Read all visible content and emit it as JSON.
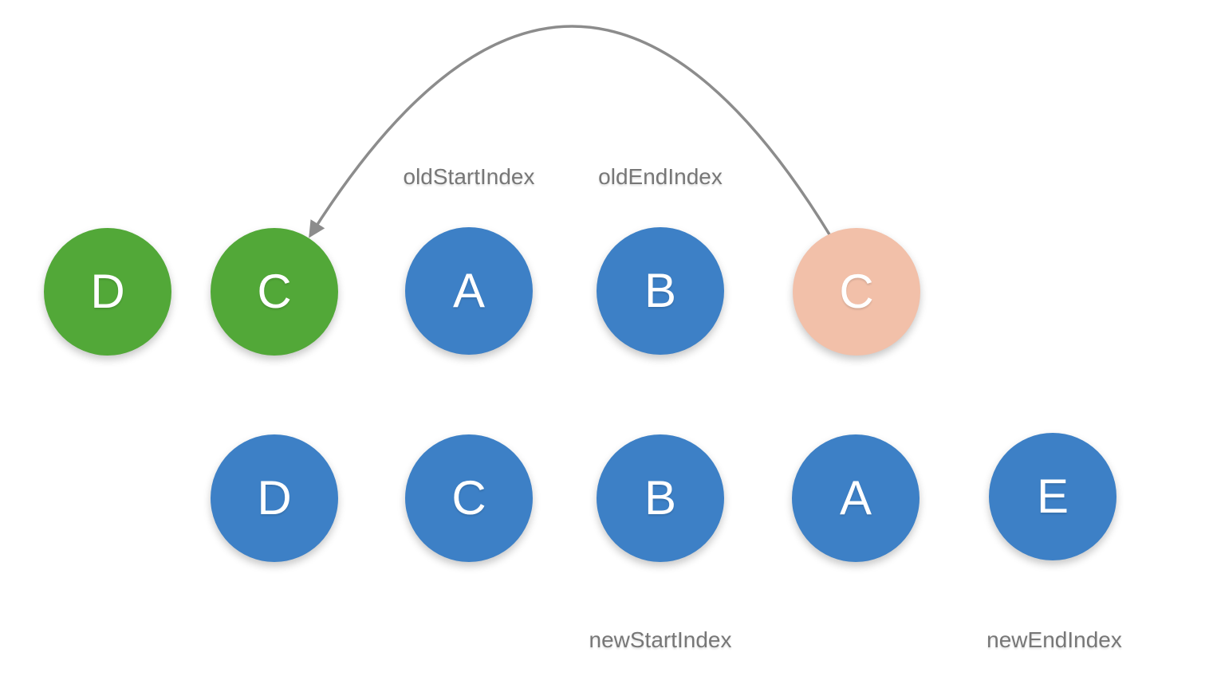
{
  "diagram": {
    "colors": {
      "background": "#FFFFFF",
      "green": "#52A838",
      "blue": "#3D80C6",
      "salmon": "#F2C0A9",
      "letter": "#FFFFFF",
      "label_text": "#777777",
      "arrow": "#8C8C8C"
    },
    "old_row": {
      "nodes": [
        {
          "label": "D",
          "color": "#52A838"
        },
        {
          "label": "C",
          "color": "#52A838"
        },
        {
          "label": "A",
          "color": "#3D80C6"
        },
        {
          "label": "B",
          "color": "#3D80C6"
        },
        {
          "label": "C",
          "color": "#F2C0A9"
        }
      ],
      "pointer_labels": [
        {
          "text": "oldStartIndex",
          "points_to_node": 2
        },
        {
          "text": "oldEndIndex",
          "points_to_node": 3
        }
      ]
    },
    "new_row": {
      "nodes": [
        {
          "label": "D",
          "color": "#3D80C6"
        },
        {
          "label": "C",
          "color": "#3D80C6"
        },
        {
          "label": "B",
          "color": "#3D80C6"
        },
        {
          "label": "A",
          "color": "#3D80C6"
        },
        {
          "label": "E",
          "color": "#3D80C6"
        }
      ],
      "pointer_labels": [
        {
          "text": "newStartIndex",
          "points_to_node": 2
        },
        {
          "text": "newEndIndex",
          "points_to_node": 4
        }
      ]
    },
    "arrow": {
      "color": "#8C8C8C",
      "from_row": "old_row",
      "from_node": 4,
      "to_row": "old_row",
      "to_node": 1
    }
  }
}
